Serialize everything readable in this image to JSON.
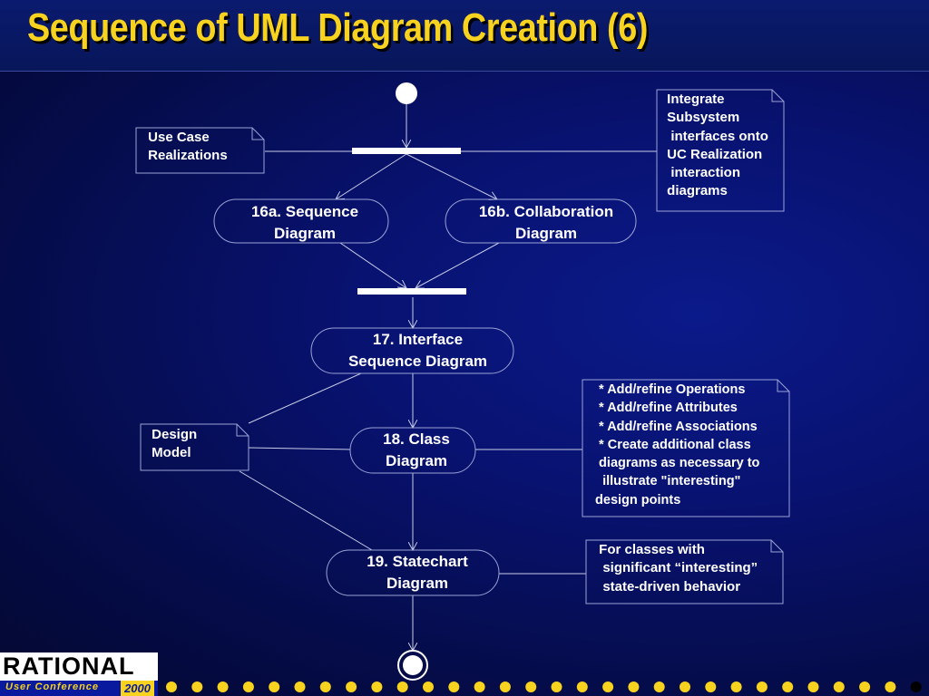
{
  "slide": {
    "title": "Sequence of UML Diagram Creation (6)"
  },
  "nodes": {
    "seq_diagram": {
      "line1": "16a. Sequence",
      "line2": "Diagram"
    },
    "collab_diagram": {
      "line1": "16b. Collaboration",
      "line2": "Diagram"
    },
    "interface_seq": {
      "line1": "17. Interface",
      "line2": "Sequence Diagram"
    },
    "class_diagram": {
      "line1": "18. Class",
      "line2": "Diagram"
    },
    "statechart": {
      "line1": "19. Statechart",
      "line2": "Diagram"
    }
  },
  "notes": {
    "use_case": " Use Case\n Realizations",
    "integrate": " Integrate\n Subsystem\n  interfaces onto\n UC Realization\n  interaction\n diagrams",
    "design_model": " Design\n Model",
    "class_ops": "  * Add/refine Operations\n  * Add/refine Attributes\n  * Add/refine Associations\n  * Create additional class\n  diagrams as necessary to\n   illustrate \"interesting\"\n design points",
    "statechart_note": " For classes with\n  significant “interesting”\n  state-driven behavior"
  },
  "footer": {
    "logo_text": "RATIONAL",
    "logo_sub": "User Conference",
    "logo_year": "2000"
  },
  "colors": {
    "title": "#f7d21e",
    "accent_dots": "#f7d21e"
  }
}
